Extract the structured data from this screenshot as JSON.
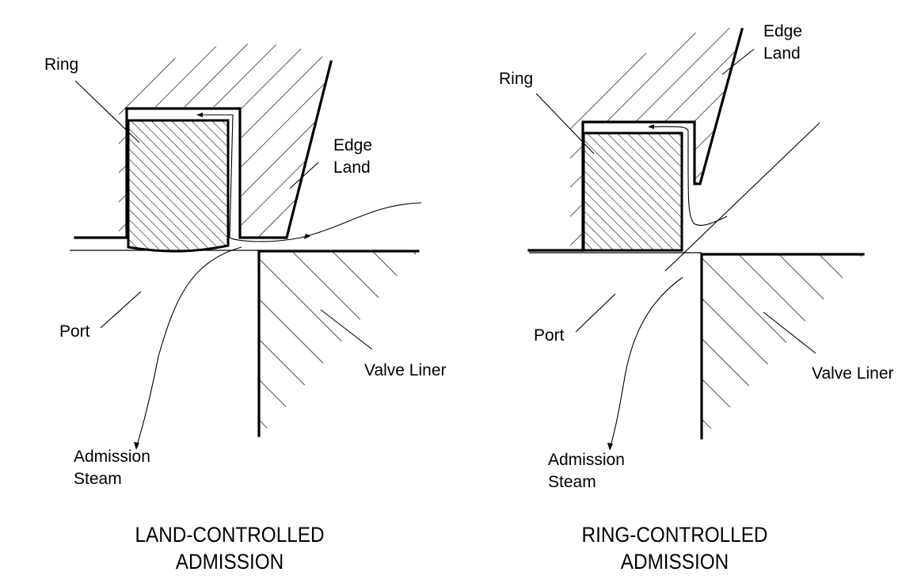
{
  "diagrams": [
    {
      "id": "land-controlled",
      "labels": {
        "ring": "Ring",
        "edge_land": "Edge\nLand",
        "port": "Port",
        "valve_liner": "Valve Liner",
        "admission_steam": "Admission\nSteam"
      },
      "caption": "LAND-CONTROLLED\nADMISSION"
    },
    {
      "id": "ring-controlled",
      "labels": {
        "ring": "Ring",
        "edge_land": "Edge\nLand",
        "port": "Port",
        "valve_liner": "Valve Liner",
        "admission_steam": "Admission\nSteam"
      },
      "caption": "RING-CONTROLLED\nADMISSION"
    }
  ],
  "colors": {
    "ink": "#000000",
    "background": "#ffffff"
  }
}
